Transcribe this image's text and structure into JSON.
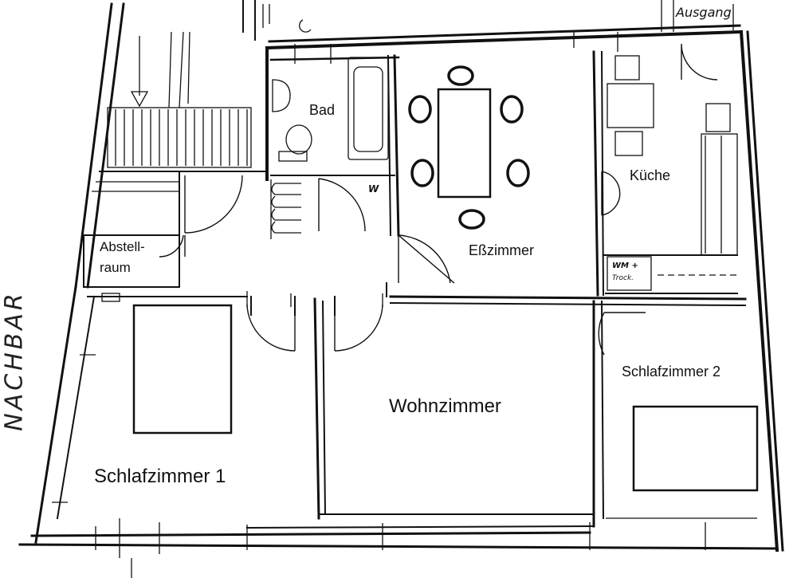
{
  "plan": {
    "rooms": {
      "bad": "Bad",
      "kueche": "Küche",
      "abstellraum_line1": "Abstell-",
      "abstellraum_line2": "raum",
      "esszimmer": "Eßzimmer",
      "schlafzimmer2": "Schlafzimmer 2",
      "wohnzimmer": "Wohnzimmer",
      "schlafzimmer1": "Schlafzimmer 1"
    },
    "handwritten": {
      "ausgang": "Ausgang",
      "wm_line1": "WM +",
      "wm_line2": "Trock.",
      "w_mark": "W",
      "side_text": "NACHBAR"
    },
    "colors": {
      "ink": "#111111",
      "paper": "#ffffff"
    }
  }
}
